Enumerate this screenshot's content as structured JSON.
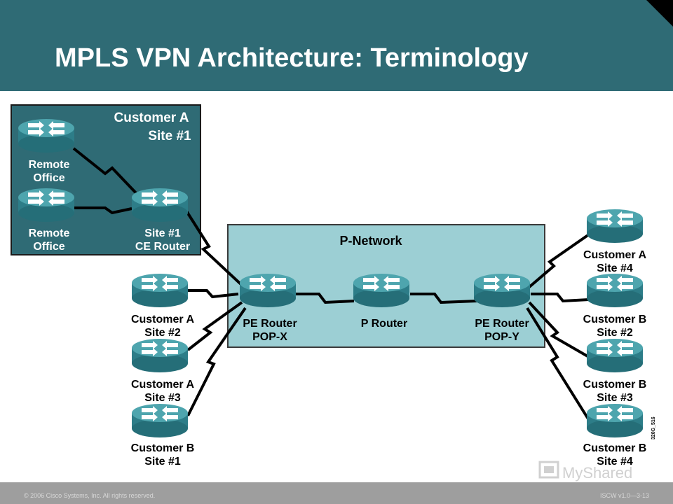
{
  "slide": {
    "title": "MPLS VPN Architecture: Terminology",
    "footer_left": "© 2006 Cisco Systems, Inc. All rights reserved.",
    "footer_right": "ISCW v1.0—3-13",
    "figure_code": "320G_516",
    "watermark": "MyShared"
  },
  "colors": {
    "header": "#2f6b75",
    "site_box": "#2f6b75",
    "p_network": "#9ccfd4",
    "router": "#2d7d88",
    "router_top": "#4ea5ae"
  },
  "diagram": {
    "site_box": {
      "title1": "Customer A",
      "title2": "Site #1"
    },
    "p_network_label": "P-Network",
    "routers": {
      "remote1": {
        "l1": "Remote",
        "l2": "Office"
      },
      "remote2": {
        "l1": "Remote",
        "l2": "Office"
      },
      "ce1": {
        "l1": "Site #1",
        "l2": "CE Router"
      },
      "pe_x": {
        "l1": "PE Router",
        "l2": "POP-X"
      },
      "p": {
        "l1": "P Router"
      },
      "pe_y": {
        "l1": "PE Router",
        "l2": "POP-Y"
      },
      "ca2": {
        "l1": "Customer A",
        "l2": "Site #2"
      },
      "ca3": {
        "l1": "Customer A",
        "l2": "Site #3"
      },
      "cb1": {
        "l1": "Customer B",
        "l2": "Site #1"
      },
      "ca4": {
        "l1": "Customer A",
        "l2": "Site #4"
      },
      "cb2": {
        "l1": "Customer B",
        "l2": "Site #2"
      },
      "cb3": {
        "l1": "Customer B",
        "l2": "Site #3"
      },
      "cb4": {
        "l1": "Customer B",
        "l2": "Site #4"
      }
    }
  }
}
